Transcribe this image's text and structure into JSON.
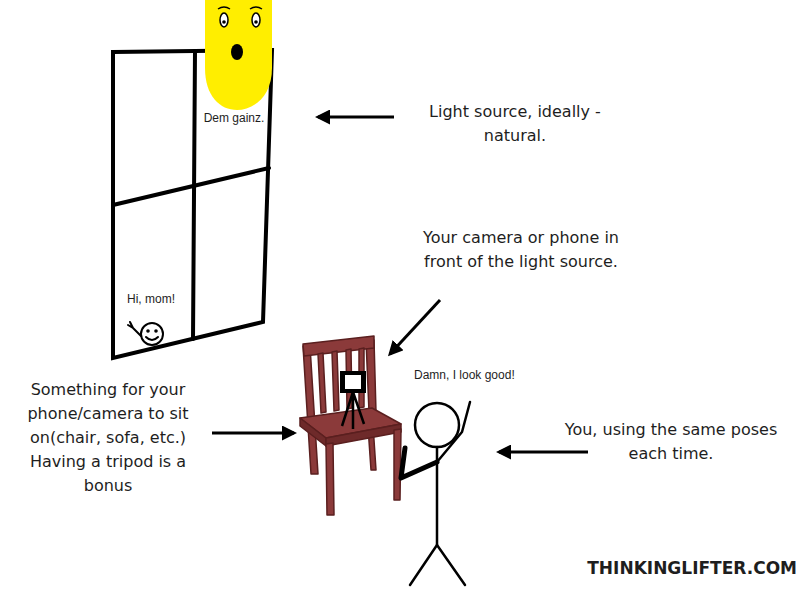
{
  "diagram": {
    "labels": [
      "Dem gainz.",
      "Light source, ideally - natural.",
      "Your camera or phone in front of the light source.",
      "Hi, mom!",
      "Damn, I look good!",
      "Something for your phone/camera to sit on(chair, sofa, etc.) Having a tripod is a bonus",
      "You, using the same poses each time.",
      "THINKINGLIFTER.COM"
    ]
  }
}
